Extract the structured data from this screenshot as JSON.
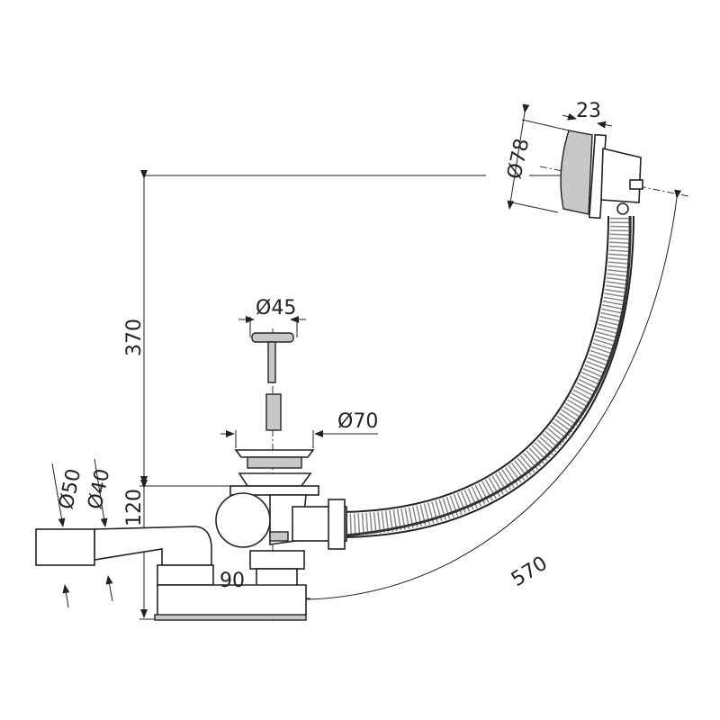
{
  "title": "Bath drain and overflow set technical drawing",
  "dimensions": {
    "overflow_diameter": "Ø78",
    "overflow_depth": "23",
    "height_overflow": "370",
    "plug_diameter": "Ø45",
    "drain_diameter": "Ø70",
    "outlet_outer_diameter": "Ø50",
    "outlet_inner_diameter": "Ø40",
    "trap_height": "120",
    "trap_offset": "90",
    "hose_length": "570"
  },
  "colors": {
    "line": "#222222",
    "fill": "#c8c8c8"
  }
}
